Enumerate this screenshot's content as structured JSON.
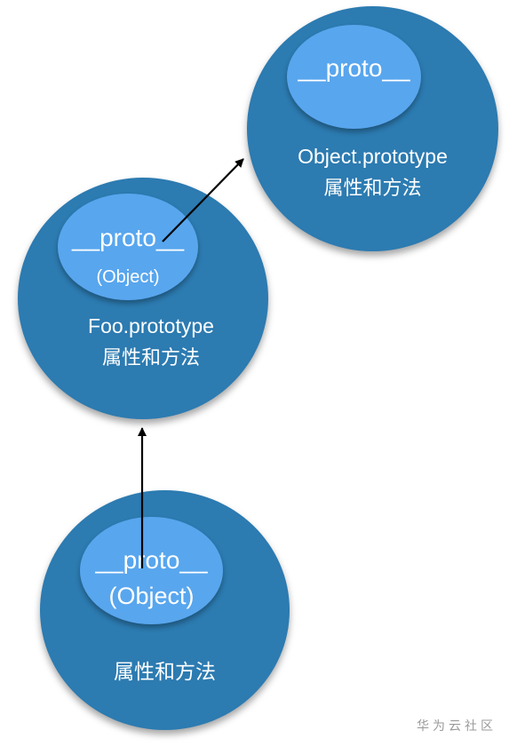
{
  "nodes": {
    "object_prototype": {
      "proto_label": "__proto__",
      "title": "Object.prototype",
      "subtitle": "属性和方法"
    },
    "foo_prototype": {
      "proto_label": "__proto__",
      "proto_type": "(Object)",
      "title": "Foo.prototype",
      "subtitle": "属性和方法"
    },
    "instance": {
      "proto_label": "__proto__",
      "proto_type": "(Object)",
      "subtitle": "属性和方法"
    }
  },
  "watermark": "华为云社区",
  "colors": {
    "outer_circle": "#2c7bb1",
    "inner_circle": "#58a6ee",
    "text": "#ffffff",
    "arrow": "#000000"
  }
}
